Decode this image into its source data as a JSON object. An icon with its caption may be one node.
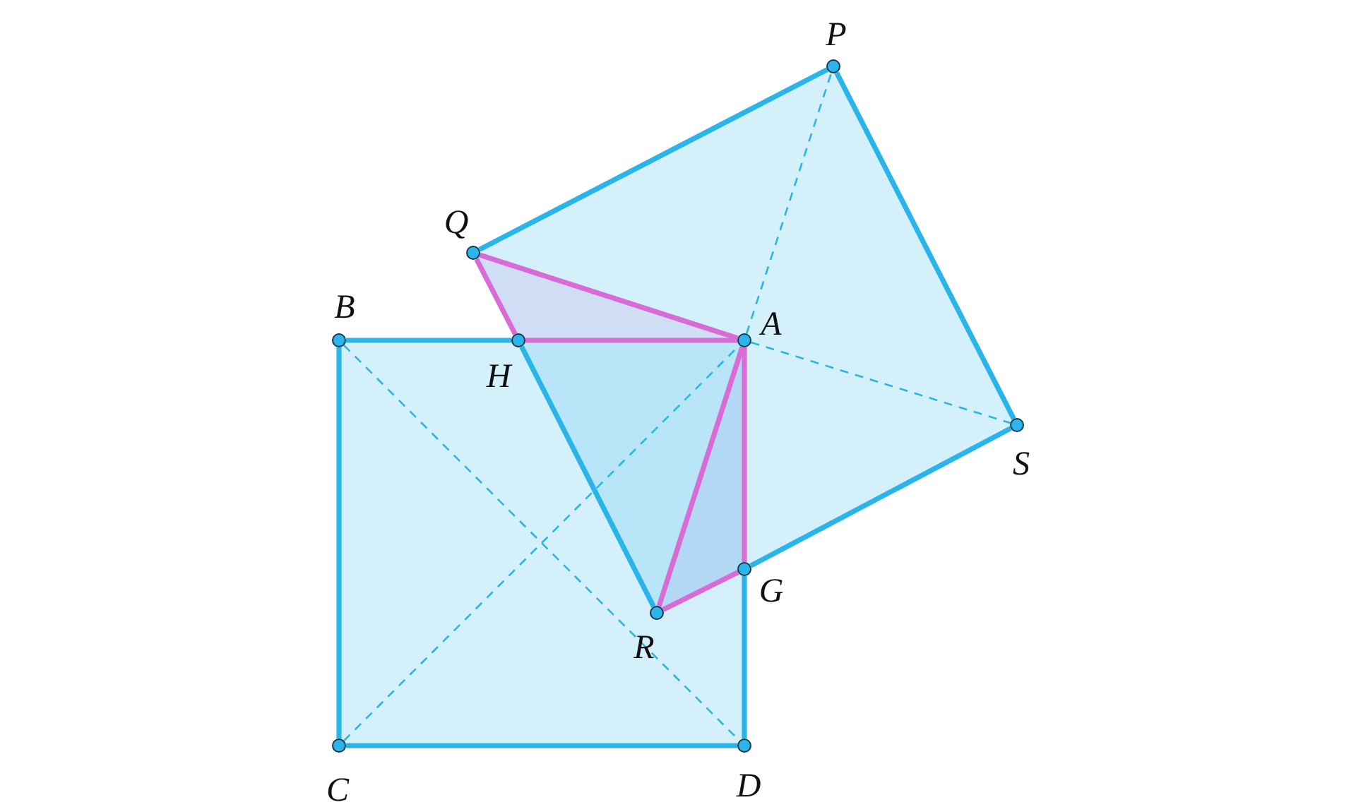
{
  "diagram": {
    "nodes": [
      {
        "text": [
          "P"
        ]
      },
      {
        "text": [
          "Q"
        ]
      },
      {
        "text": [
          "B"
        ]
      },
      {
        "text": [
          "A"
        ]
      },
      {
        "text": [
          "H"
        ]
      },
      {
        "text": [
          "S"
        ]
      },
      {
        "text": [
          "G"
        ]
      },
      {
        "text": [
          "R"
        ]
      },
      {
        "text": [
          "C"
        ]
      },
      {
        "text": [
          "D"
        ]
      }
    ],
    "edges": [
      {
        "from": 1,
        "to": 0,
        "arrow": "none"
      },
      {
        "from": 0,
        "to": 5,
        "arrow": "none"
      },
      {
        "from": 5,
        "to": 6,
        "arrow": "none"
      },
      {
        "from": 6,
        "to": 9,
        "arrow": "none"
      },
      {
        "from": 9,
        "to": 8,
        "arrow": "none"
      },
      {
        "from": 8,
        "to": 2,
        "arrow": "none"
      },
      {
        "from": 2,
        "to": 4,
        "arrow": "none"
      },
      {
        "from": 4,
        "to": 7,
        "arrow": "none"
      },
      {
        "from": 1,
        "to": 4,
        "arrow": "none",
        "color": "#d96bd6"
      },
      {
        "from": 4,
        "to": 3,
        "arrow": "none",
        "color": "#d96bd6"
      },
      {
        "from": 1,
        "to": 3,
        "arrow": "none",
        "color": "#d96bd6"
      },
      {
        "from": 3,
        "to": 6,
        "arrow": "none",
        "color": "#d96bd6"
      },
      {
        "from": 3,
        "to": 7,
        "arrow": "none",
        "color": "#d96bd6"
      },
      {
        "from": 7,
        "to": 6,
        "arrow": "none",
        "color": "#d96bd6"
      },
      {
        "from": 2,
        "to": 9,
        "arrow": "none",
        "style": "dashed"
      },
      {
        "from": 8,
        "to": 3,
        "arrow": "none",
        "style": "dashed"
      },
      {
        "from": 3,
        "to": 0,
        "arrow": "none",
        "style": "dashed"
      },
      {
        "from": 3,
        "to": 5,
        "arrow": "none",
        "style": "dashed"
      }
    ]
  }
}
